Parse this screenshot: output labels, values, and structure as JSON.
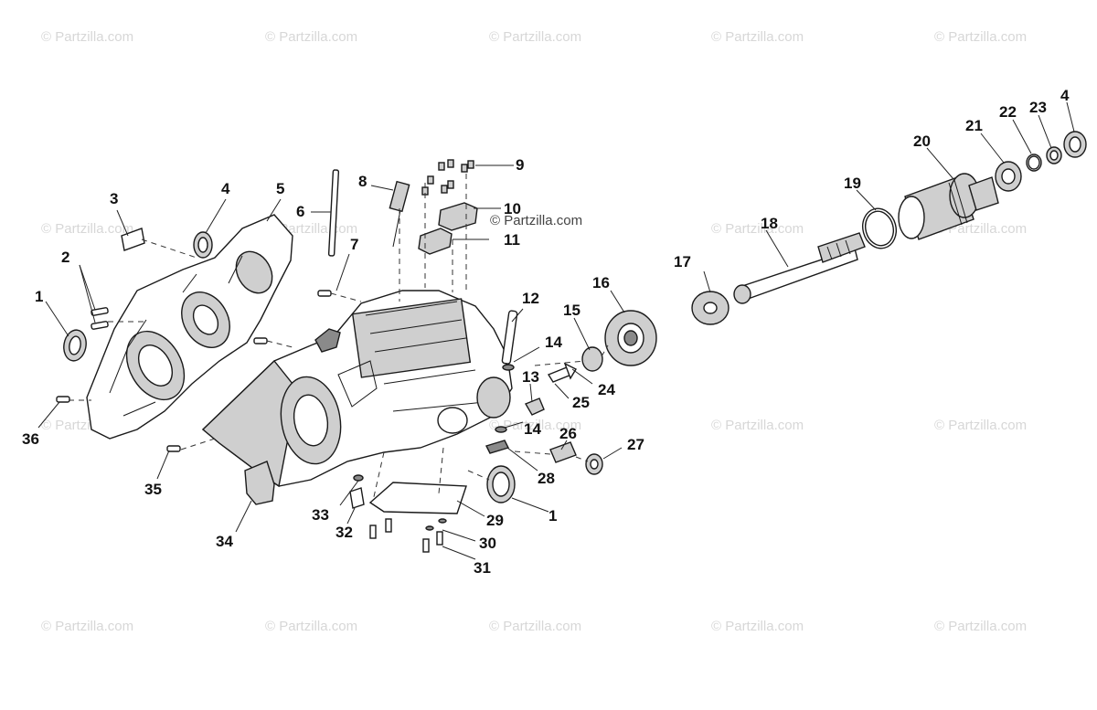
{
  "watermark": {
    "text": "© Partzilla.com",
    "overlay_text": "© Partzilla.com"
  },
  "callouts": [
    "1",
    "2",
    "3",
    "4",
    "5",
    "6",
    "7",
    "8",
    "9",
    "10",
    "11",
    "12",
    "13",
    "14",
    "15",
    "16",
    "17",
    "18",
    "19",
    "20",
    "21",
    "22",
    "23",
    "24",
    "25",
    "26",
    "27",
    "28",
    "29",
    "30",
    "31",
    "32",
    "33",
    "34",
    "35",
    "36"
  ],
  "colors": {
    "background": "#ffffff",
    "linework": "#1a1a1a",
    "watermark": "#d7d7d7"
  }
}
